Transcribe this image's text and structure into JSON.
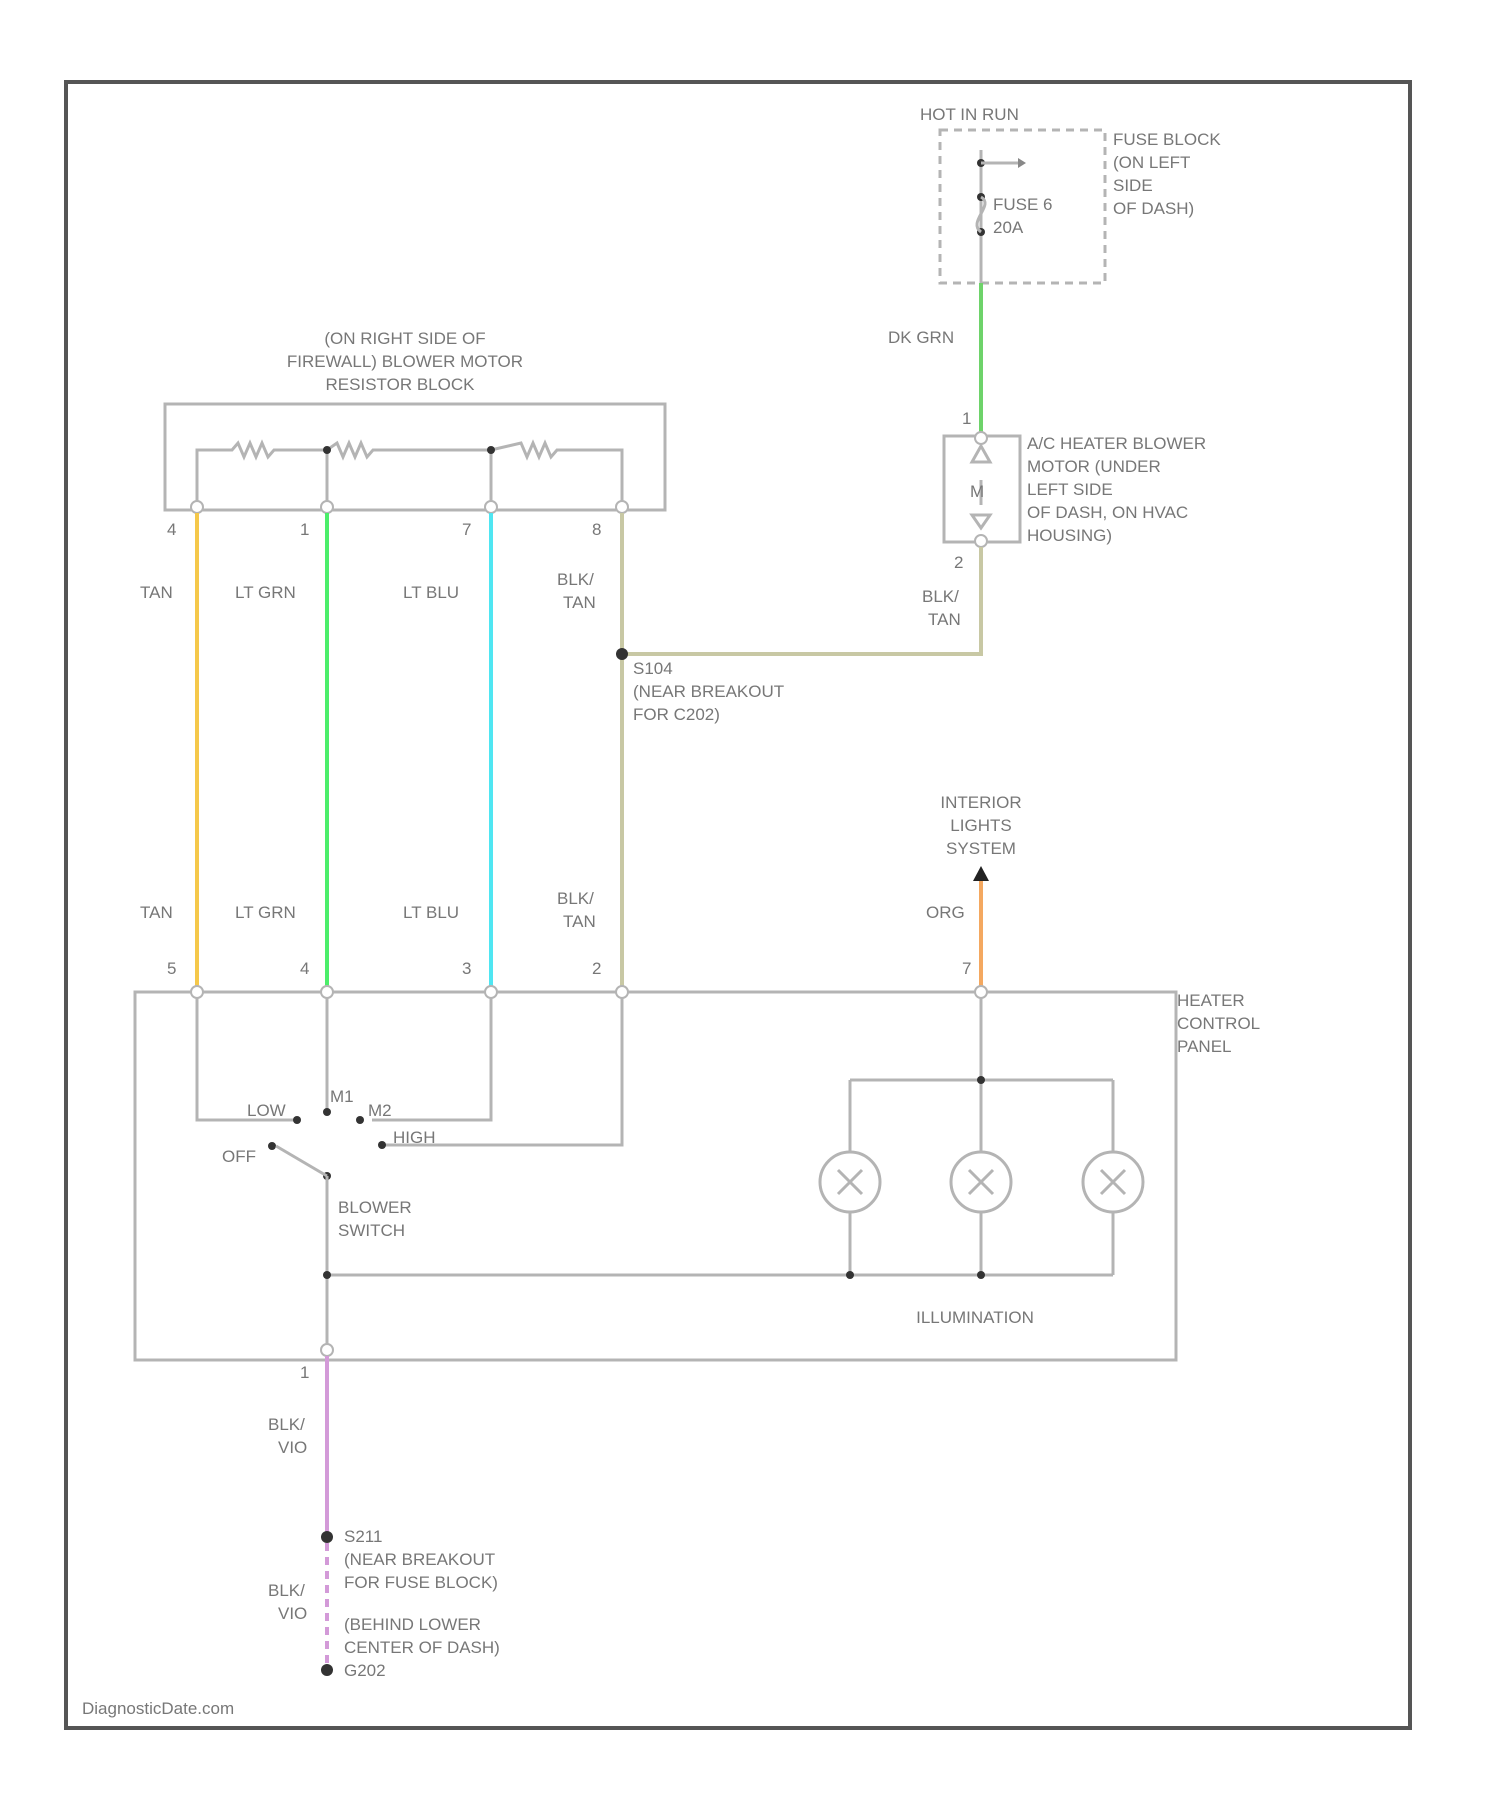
{
  "colors": {
    "tan": "#f5c84a",
    "lt_grn": "#4cee6a",
    "lt_blu": "#4fe6f2",
    "blk_tan": "#c8c8a4",
    "dk_grn": "#6ed36a",
    "org": "#f4a860",
    "blk_vio": "#d39ad8"
  },
  "fuse_block": {
    "hot_label": "HOT IN RUN",
    "location": [
      "FUSE BLOCK",
      "(ON LEFT",
      "SIDE",
      "OF DASH)"
    ],
    "fuse": [
      "FUSE 6",
      "20A"
    ]
  },
  "resistor_block": {
    "label": [
      "(ON RIGHT SIDE OF",
      "FIREWALL) BLOWER MOTOR",
      "RESISTOR BLOCK"
    ],
    "pins": [
      "4",
      "1",
      "7",
      "8"
    ]
  },
  "blower_motor": {
    "label": [
      "A/C HEATER BLOWER",
      "MOTOR (UNDER",
      "LEFT SIDE",
      "OF DASH, ON HVAC",
      "HOUSING)"
    ],
    "pin_top": "1",
    "pin_bottom": "2"
  },
  "splices": {
    "s104": [
      "S104",
      "(NEAR BREAKOUT",
      "FOR C202)"
    ],
    "s211": [
      "S211",
      "(NEAR BREAKOUT",
      "FOR FUSE BLOCK)"
    ],
    "ground": [
      "(BEHIND LOWER",
      "CENTER OF DASH)",
      "G202"
    ]
  },
  "wire_labels": {
    "tan_top": "TAN",
    "ltgrn_top": "LT GRN",
    "ltblu_top": "LT BLU",
    "blktan_top": [
      "BLK/",
      "TAN"
    ],
    "dk_grn": "DK GRN",
    "motor_blktan": [
      "BLK/",
      "TAN"
    ],
    "tan_bottom": "TAN",
    "ltgrn_bottom": "LT GRN",
    "ltblu_bottom": "LT BLU",
    "blktan_bottom": [
      "BLK/",
      "TAN"
    ],
    "org": "ORG",
    "blkvio_1": [
      "BLK/",
      "VIO"
    ],
    "blkvio_2": [
      "BLK/",
      "VIO"
    ]
  },
  "interior_lights": [
    "INTERIOR",
    "LIGHTS",
    "SYSTEM"
  ],
  "heater_panel": {
    "label": [
      "HEATER",
      "CONTROL",
      "PANEL"
    ],
    "pins": [
      "5",
      "4",
      "3",
      "2",
      "7",
      "1"
    ],
    "switch_positions": {
      "low": "LOW",
      "m1": "M1",
      "m2": "M2",
      "high": "HIGH",
      "off": "OFF"
    },
    "switch_label": [
      "BLOWER",
      "SWITCH"
    ],
    "illumination": "ILLUMINATION"
  },
  "watermark": "DiagnosticDate.com"
}
